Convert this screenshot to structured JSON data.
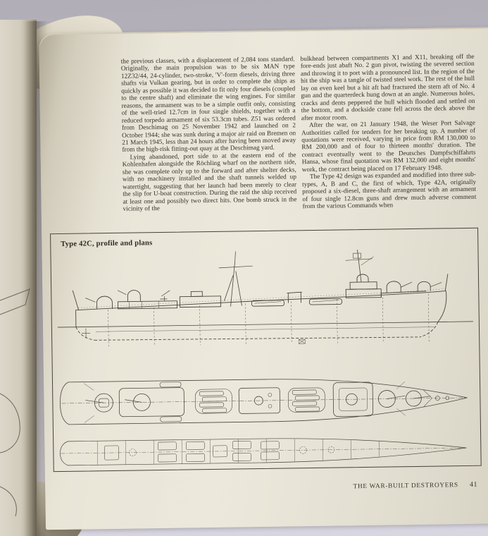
{
  "colors": {
    "backdrop": "#b5b1ba",
    "page": "#e9e5d7",
    "ink": "#332e27",
    "drawing_line": "#4a453c"
  },
  "page": {
    "left_column": [
      "the previous classes, with a displacement of 2,084 tons standard. Originally, the main propulsion was to be six MAN type 12Z32/44, 24-cylinder, two-stroke, 'V'-form diesels, driving three shafts via Vulkan gearing, but in order to complete the ships as quickly as possible it was decided to fit only four diesels (coupled to the centre shaft) and eliminate the wing engines. For similar reasons, the armament was to be a simple outfit only, consisting of the well-tried 12.7cm in four single shields, together with a reduced torpedo armament of six 53.3cm tubes. Z51 was ordered from Deschimag on 25 November 1942 and launched on 2 October 1944; she was sunk during a major air raid on Bremen on 21 March 1945, less than 24 hours after having been moved away from the high-risk fitting-out quay at the Deschimag yard.",
      "Lying abandoned, port side to at the eastern end of the Kohlenhafen alongside the Röchling wharf on the northern side, she was complete only up to the forward and after shelter decks, with no machinery installed and the shaft tunnels welded up watertight, suggesting that her launch had been merely to clear the slip for U-boat construction. During the raid the ship received at least one and possibly two direct hits. One bomb struck in the vicinity of the"
    ],
    "right_column": [
      "bulkhead between compartments X1 and X11, breaking off the fore-ends just abaft No. 2 gun pivot, twisting the severed section and throwing it to port with a pronounced list. In the region of the hit the ship was a tangle of twisted steel work. The rest of the hull lay on even keel but a hit aft had fractured the stern aft of No. 4 gun and the quarterdeck hung down at an angle. Numerous holes, cracks and dents peppered the hull which flooded and settled on the bottom, and a dockside crane fell across the deck above the after motor room.",
      "After the war, on 21 January 1948, the Weser Port Salvage Authorities called for tenders for her breaking up. A number of quotations were received, varying in price from RM 130,000 to RM 200,000 and of four to thirteen months' duration. The contract eventually went to the Deutsches Dampfschiffahrts Hansa, whose final quotation was RM 132,000 and eight months' work, the contract being placed on 17 February 1948.",
      "The Type 42 design was expanded and modified into three sub-types, A, B and C, the first of which, Type 42A, originally proposed a six-diesel, three-shaft arrangement with an armament of four single 12.8cm guns and drew much adverse comment from the various Commands when"
    ],
    "figure": {
      "caption": "Type 42C, profile and plans"
    },
    "footer": {
      "running_head": "THE WAR-BUILT DESTROYERS",
      "page_number": "41"
    }
  }
}
